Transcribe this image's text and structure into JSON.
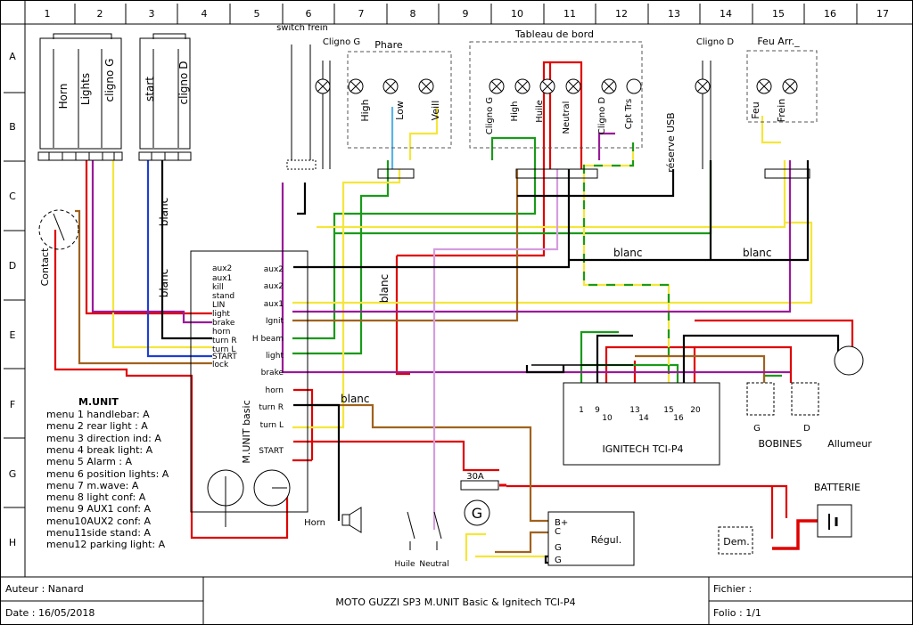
{
  "sheet": {
    "col_numbers": [
      "1",
      "2",
      "3",
      "4",
      "5",
      "6",
      "7",
      "8",
      "9",
      "10",
      "11",
      "12",
      "13",
      "14",
      "15",
      "16",
      "17"
    ],
    "row_letters": [
      "A",
      "B",
      "C",
      "D",
      "E",
      "F",
      "G",
      "H"
    ]
  },
  "title_block": {
    "author": "Auteur : Nanard",
    "date": "Date : 16/05/2018",
    "title": "MOTO GUZZI SP3 M.UNIT Basic & Ignitech TCI-P4",
    "file": "Fichier :",
    "folio": "Folio : 1/1"
  },
  "switches": {
    "left_labels": [
      "Horn",
      "Lights",
      "cligno G"
    ],
    "right_labels": [
      "start",
      "cligno D"
    ],
    "brake_switch": "switch frein",
    "contact": "Contact",
    "horn": "Horn",
    "oil": "Huile",
    "neutral": "Neutral"
  },
  "lamps": {
    "cligno_g": "Cligno G",
    "phare": "Phare",
    "phare_labels": [
      "High",
      "Low",
      "Veill"
    ],
    "tableau": "Tableau de bord",
    "tableau_labels": [
      "Cligno G",
      "High",
      "Huile",
      "Neutral",
      "Cligno D",
      "Cpt Trs"
    ],
    "usb": "réserve USB",
    "cligno_d": "Cligno D",
    "feu_arr": "Feu Arr._",
    "feu_labels": [
      "Feu",
      "Frein"
    ]
  },
  "wire_labels": {
    "blanc": "blanc"
  },
  "munit": {
    "title": "M.UNIT basic",
    "left_pins": [
      "aux2",
      "aux1",
      "kill",
      "stand",
      "LIN",
      "light",
      "brake",
      "horn",
      "turn R",
      "turn L",
      "START",
      "lock"
    ],
    "right_pins": [
      "aux2",
      "aux2",
      "aux1",
      "Ignit",
      "H beam",
      "light",
      "brake",
      "horn",
      "turn R",
      "turn L",
      "START"
    ]
  },
  "menu": {
    "title": "M.UNIT",
    "items": [
      "menu 1 handlebar: A",
      "menu 2 rear light : A",
      "menu 3 direction ind: A",
      "menu 4 break light: A",
      "menu 5 Alarm : A",
      "menu 6 position lights: A",
      "menu 7 m.wave: A",
      "menu 8 light conf: A",
      "menu 9 AUX1 conf: A",
      "menu10AUX2 conf: A",
      "menu11side stand: A",
      "menu12 parking light: A"
    ]
  },
  "ignitech": {
    "title": "IGNITECH TCI-P4",
    "pins_top": [
      "1",
      "9",
      "13",
      "15",
      "20"
    ],
    "pins_bottom": [
      "10",
      "14",
      "16"
    ]
  },
  "bobines": {
    "label": "BOBINES",
    "g": "G",
    "d": "D"
  },
  "allumeur": "Allumeur",
  "batterie": "BATTERIE",
  "fuse": "30A",
  "generator": "G",
  "demarreur": "Dem.",
  "regul": {
    "title": "Régul.",
    "pins": [
      "B+",
      "C",
      "G",
      "G"
    ]
  },
  "colors": {
    "red": "#e00000",
    "green": "#1a9a1a",
    "yellow": "#f5e63a",
    "blue": "#1f3fd0",
    "brown": "#a0621e",
    "purple": "#9a1a9a",
    "black": "#000000",
    "lightblue": "#5ab4e8",
    "pink": "#d59de0"
  }
}
